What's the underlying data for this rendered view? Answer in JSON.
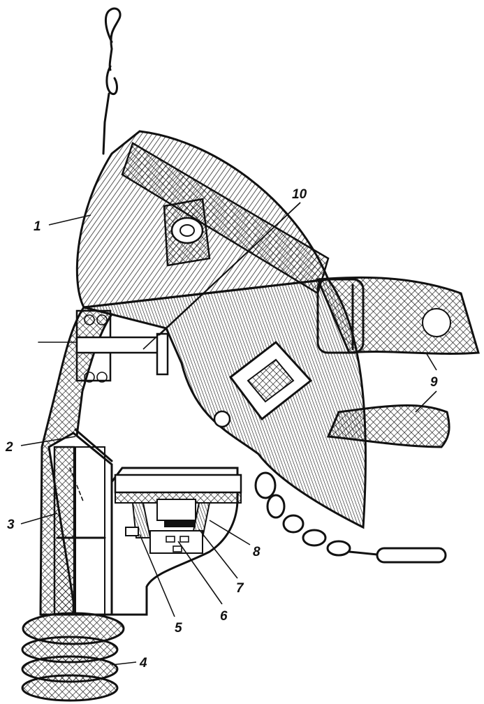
{
  "figure": {
    "labels": [
      {
        "id": "1",
        "text": "1"
      },
      {
        "id": "2",
        "text": "2"
      },
      {
        "id": "3",
        "text": "3"
      },
      {
        "id": "4",
        "text": "4"
      },
      {
        "id": "5",
        "text": "5"
      },
      {
        "id": "6",
        "text": "6"
      },
      {
        "id": "7",
        "text": "7"
      },
      {
        "id": "8",
        "text": "8"
      },
      {
        "id": "9",
        "text": "9"
      },
      {
        "id": "10",
        "text": "10"
      }
    ]
  }
}
